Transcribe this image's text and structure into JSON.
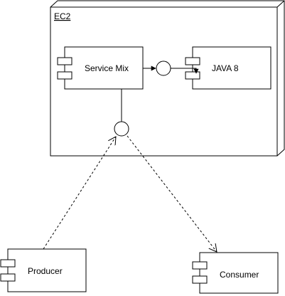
{
  "diagram": {
    "node": {
      "label": "EC2"
    },
    "components": {
      "service_mix": "Service Mix",
      "java": "JAVA 8",
      "producer": "Producer",
      "consumer": "Consumer"
    }
  }
}
